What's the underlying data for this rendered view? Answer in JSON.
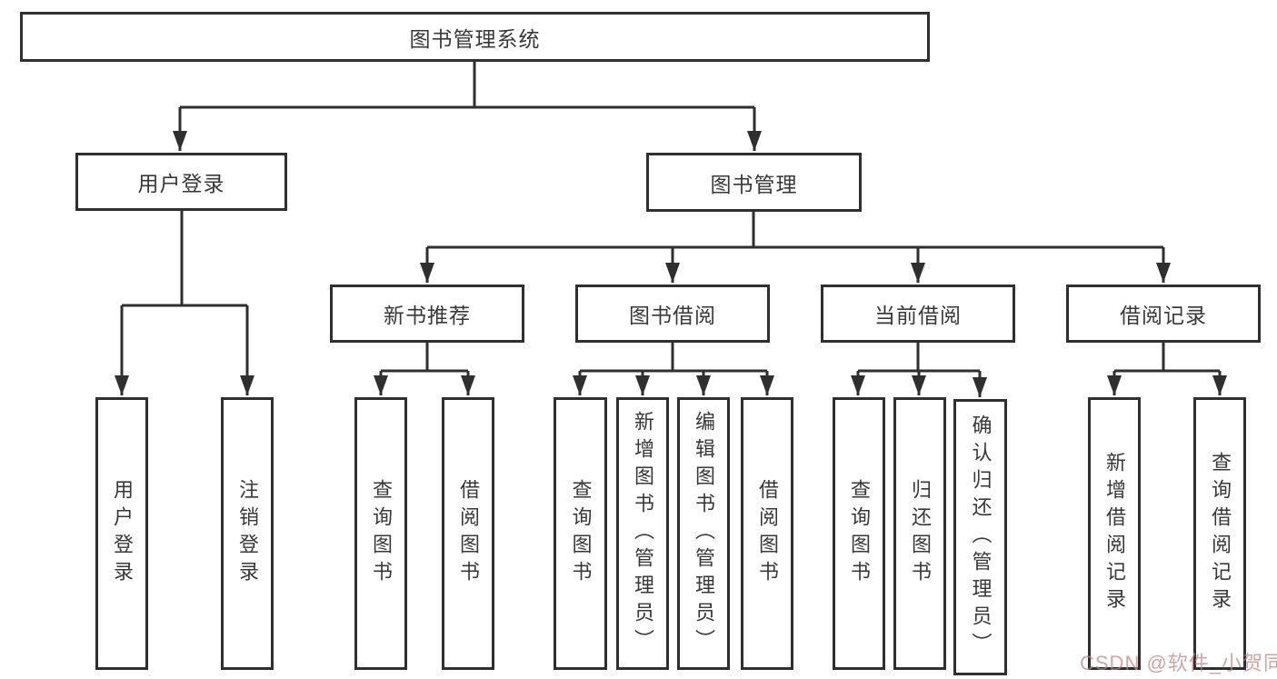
{
  "diagram": {
    "root": {
      "label": "图书管理系统"
    },
    "branches": [
      {
        "label": "用户登录",
        "children": [
          {
            "label": "用户登录"
          },
          {
            "label": "注销登录"
          }
        ]
      },
      {
        "label": "图书管理",
        "children": [
          {
            "label": "新书推荐",
            "children": [
              {
                "label": "查询图书"
              },
              {
                "label": "借阅图书"
              }
            ]
          },
          {
            "label": "图书借阅",
            "children": [
              {
                "label": "查询图书"
              },
              {
                "label": "新增图书（管理员）"
              },
              {
                "label": "编辑图书（管理员）"
              },
              {
                "label": "借阅图书"
              }
            ]
          },
          {
            "label": "当前借阅",
            "children": [
              {
                "label": "查询图书"
              },
              {
                "label": "归还图书"
              },
              {
                "label": "确认归还（管理员）"
              }
            ]
          },
          {
            "label": "借阅记录",
            "children": [
              {
                "label": "新增借阅记录"
              },
              {
                "label": "查询借阅记录"
              }
            ]
          }
        ]
      }
    ]
  },
  "watermark": {
    "text": "CSDN @软件_小贺同学"
  },
  "colors": {
    "stroke": "#2f2f2f",
    "text": "#383838",
    "watermark_text": "#be8282",
    "background": "#ffffff"
  }
}
